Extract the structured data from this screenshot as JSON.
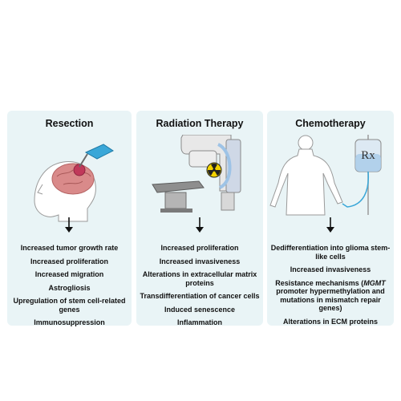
{
  "panels": [
    {
      "title": "Resection",
      "effects": [
        "Increased tumor growth rate",
        "Increased proliferation",
        "Increased migration",
        "Astrogliosis",
        [
          "Upregulation of stem cell-related",
          "genes"
        ],
        "Immunosuppression"
      ]
    },
    {
      "title": "Radiation Therapy",
      "effects": [
        "Increased proliferation",
        "Increased invasiveness",
        [
          "Alterations in extracellular matrix",
          "proteins"
        ],
        "Transdifferentiation of cancer cells",
        "Induced senescence",
        "Inflammation"
      ]
    },
    {
      "title": "Chemotherapy",
      "effects": [
        [
          "Dedifferentiation into glioma stem-",
          "like cells"
        ],
        "Increased invasiveness",
        [
          "Resistance mechanisms (MGMT",
          "promoter hypermethylation and",
          "mutations in mismatch repair genes)"
        ],
        "Alterations in ECM proteins"
      ],
      "italic_term": "MGMT"
    }
  ],
  "iv_bag_label": "Rx",
  "colors": {
    "panel_bg": "#e9f4f6",
    "brain": "#d98a8a",
    "tumor": "#c0395a",
    "glove": "#3aa7d8",
    "radiation_sign": "#f2d200",
    "beam": "#9ec3e6"
  }
}
